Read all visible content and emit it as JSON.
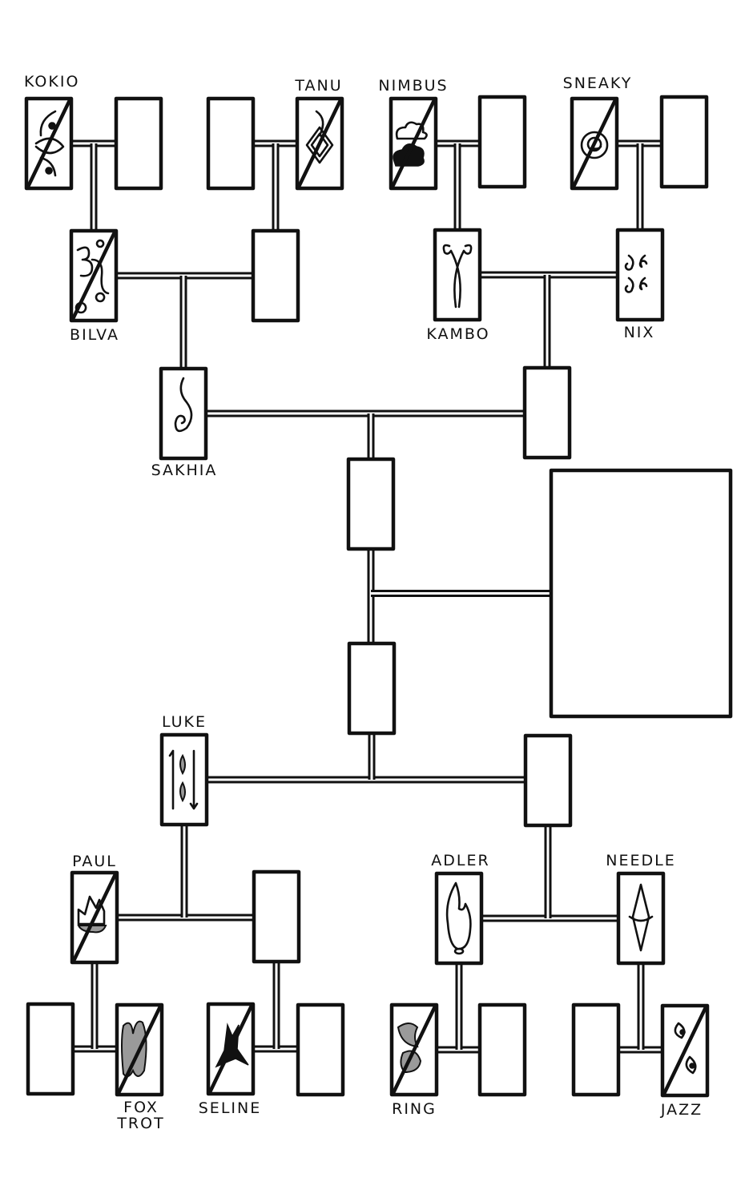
{
  "diagram": {
    "type": "family-tree",
    "colors": {
      "ink": "#111111",
      "paper": "#ffffff",
      "shading": "#9a9a9a"
    },
    "nodes": [
      {
        "id": "kokio",
        "label": "KOKIO",
        "symbol": "eye-swirl-glyph",
        "deceased": true
      },
      {
        "id": "g1b",
        "label": "",
        "symbol": null,
        "deceased": false
      },
      {
        "id": "g1c",
        "label": "",
        "symbol": null,
        "deceased": false
      },
      {
        "id": "tanu",
        "label": "TANU",
        "symbol": "diamond-flame-glyph",
        "deceased": true
      },
      {
        "id": "nimbus",
        "label": "NIMBUS",
        "symbol": "cloud-glyph",
        "deceased": true
      },
      {
        "id": "g1f",
        "label": "",
        "symbol": null,
        "deceased": false
      },
      {
        "id": "sneaky",
        "label": "SNEAKY",
        "symbol": "spiral-ring-glyph",
        "deceased": true
      },
      {
        "id": "g1h",
        "label": "",
        "symbol": null,
        "deceased": false
      },
      {
        "id": "bilva",
        "label": "BILVA",
        "symbol": "om-curl-glyph",
        "deceased": true
      },
      {
        "id": "g2b",
        "label": "",
        "symbol": null,
        "deceased": false
      },
      {
        "id": "kambo",
        "label": "KAMBO",
        "symbol": "ram-horns-glyph",
        "deceased": false
      },
      {
        "id": "nix",
        "label": "NIX",
        "symbol": "four-eyes-glyph",
        "deceased": false
      },
      {
        "id": "sakhia",
        "label": "SAKHIA",
        "symbol": "s-spiral-glyph",
        "deceased": false
      },
      {
        "id": "g3b",
        "label": "",
        "symbol": null,
        "deceased": false
      },
      {
        "id": "center1",
        "label": "",
        "symbol": null,
        "deceased": false
      },
      {
        "id": "center2",
        "label": "",
        "symbol": null,
        "deceased": false
      },
      {
        "id": "big",
        "label": "",
        "symbol": null,
        "deceased": false
      },
      {
        "id": "luke",
        "label": "LUKE",
        "symbol": "arrows-leaves-glyph",
        "deceased": false
      },
      {
        "id": "g5b",
        "label": "",
        "symbol": null,
        "deceased": false
      },
      {
        "id": "paul",
        "label": "PAUL",
        "symbol": "crown-flame-glyph",
        "deceased": true
      },
      {
        "id": "g6b",
        "label": "",
        "symbol": null,
        "deceased": false
      },
      {
        "id": "adler",
        "label": "ADLER",
        "symbol": "flame-glyph",
        "deceased": false
      },
      {
        "id": "needle",
        "label": "NEEDLE",
        "symbol": "needle-diamond-glyph",
        "deceased": false
      },
      {
        "id": "g7a",
        "label": "",
        "symbol": null,
        "deceased": false
      },
      {
        "id": "foxtrot",
        "label": "FOX TROT",
        "symbol": "shaded-blob-glyph",
        "deceased": true
      },
      {
        "id": "seline",
        "label": "SELINE",
        "symbol": "splat-glyph",
        "deceased": true
      },
      {
        "id": "g7d",
        "label": "",
        "symbol": null,
        "deceased": false
      },
      {
        "id": "ring",
        "label": "RING",
        "symbol": "shaded-hearts-glyph",
        "deceased": true
      },
      {
        "id": "g7f",
        "label": "",
        "symbol": null,
        "deceased": false
      },
      {
        "id": "g7g",
        "label": "",
        "symbol": null,
        "deceased": false
      },
      {
        "id": "jazz",
        "label": "JAZZ",
        "symbol": "percent-glyph",
        "deceased": true
      }
    ],
    "unions": [
      {
        "parents": [
          "kokio",
          "g1b"
        ],
        "child": "bilva"
      },
      {
        "parents": [
          "g1c",
          "tanu"
        ],
        "child": "g2b"
      },
      {
        "parents": [
          "nimbus",
          "g1f"
        ],
        "child": "kambo"
      },
      {
        "parents": [
          "sneaky",
          "g1h"
        ],
        "child": "nix"
      },
      {
        "parents": [
          "bilva",
          "g2b"
        ],
        "child": "sakhia"
      },
      {
        "parents": [
          "kambo",
          "nix"
        ],
        "child": "g3b"
      },
      {
        "parents": [
          "sakhia",
          "g3b"
        ],
        "child": "center1"
      },
      {
        "parents": [
          "center1",
          "center2"
        ],
        "child": "big",
        "note": "spouse link to large frame"
      },
      {
        "parents": [
          "luke",
          "g5b"
        ],
        "child": "center2",
        "note": "center2 descends to this pair"
      },
      {
        "parents": [
          "paul",
          "g6b"
        ],
        "child": "luke"
      },
      {
        "parents": [
          "adler",
          "needle"
        ],
        "child": "g5b"
      },
      {
        "parents": [
          "g7a",
          "foxtrot"
        ],
        "child": "paul"
      },
      {
        "parents": [
          "seline",
          "g7d"
        ],
        "child": "g6b"
      },
      {
        "parents": [
          "ring",
          "g7f"
        ],
        "child": "adler"
      },
      {
        "parents": [
          "g7g",
          "jazz"
        ],
        "child": "needle"
      }
    ]
  }
}
